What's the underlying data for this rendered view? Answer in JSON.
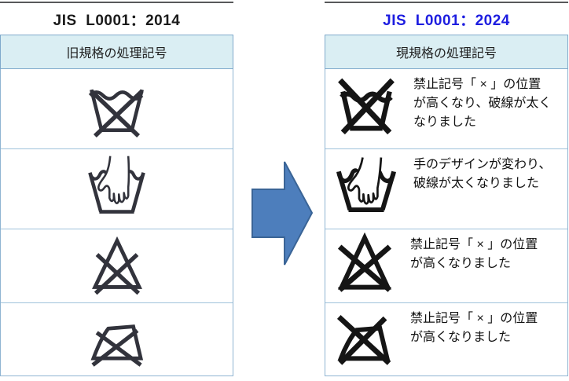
{
  "left_table": {
    "title": "JIS  L0001：2014",
    "subtitle": "旧規格の処理記号",
    "rows": [
      {
        "icon": "do-not-wash-old-icon"
      },
      {
        "icon": "hand-wash-old-icon"
      },
      {
        "icon": "do-not-bleach-old-icon"
      },
      {
        "icon": "do-not-iron-old-icon"
      }
    ]
  },
  "right_table": {
    "title": "JIS  L0001：2024",
    "subtitle": "現規格の処理記号",
    "rows": [
      {
        "icon": "do-not-wash-new-icon",
        "description": "禁止記号「 × 」の位置\nが高くなり、破線が太く\nなりました"
      },
      {
        "icon": "hand-wash-new-icon",
        "description": "手のデザインが変わり、\n破線が太くなりました"
      },
      {
        "icon": "do-not-bleach-new-icon",
        "description": "禁止記号「 × 」の位置\nが高くなりました"
      },
      {
        "icon": "do-not-iron-new-icon",
        "description": "禁止記号「 × 」の位置\nが高くなりました"
      }
    ]
  },
  "arrow": {
    "icon": "right-arrow-icon",
    "fill": "#4d7ebc",
    "border": "#3a6496"
  },
  "colors": {
    "new_title_blue": "#1d1de0",
    "old_title_black": "#1a1a1a",
    "subtitle_bg": "#daeef3",
    "subtitle_border": "#7fa9cb",
    "row_border_blue": "#9fc2db",
    "top_rule_gray": "#58595b",
    "old_symbol": "#32333c",
    "new_symbol": "#151515"
  }
}
